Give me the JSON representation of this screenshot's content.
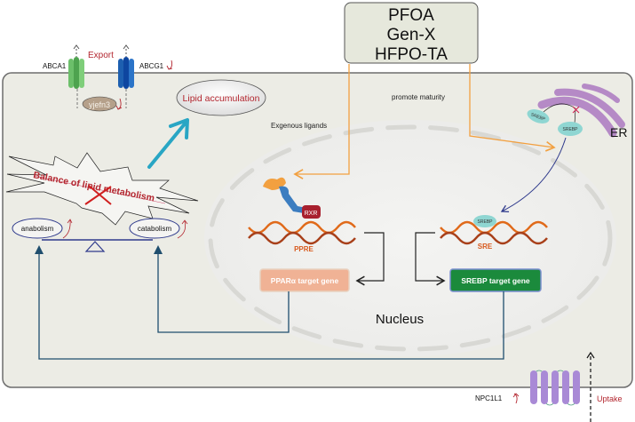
{
  "compounds": {
    "line1": "PFOA",
    "line2": "Gen-X",
    "line3": "HFPO-TA"
  },
  "membrane": {
    "abca1": "ABCA1",
    "abcg1": "ABCG1",
    "export": "Export",
    "yjefn3": "yjefn3",
    "npc1l1": "NPC1L1",
    "uptake": "Uptake"
  },
  "cytoplasm": {
    "lipid_accumulation": "Lipid accumulation",
    "exogenous_ligands": "Exgenous ligands",
    "promote_maturity": "promote maturity",
    "balance": "Balance of lipid metabolism",
    "anabolism": "anabolism",
    "catabolism": "catabolism",
    "er": "ER",
    "srebp_1": "SREBP",
    "srebp_2": "SREBP"
  },
  "nucleus": {
    "label": "Nucleus",
    "rxr": "RXR",
    "ppre": "PPRE",
    "sre": "SRE",
    "srebp": "SREBP",
    "ppar_gene": "PPARα target gene",
    "srebp_gene": "SREBP target gene"
  },
  "colors": {
    "cell_fill": "#ecece5",
    "red_text": "#b3262f",
    "orange_arrow": "#f2a040",
    "teal_arrow": "#29a6c4",
    "feedback_line": "#1f4e6e",
    "ppar_box": "#f0b295",
    "srebp_box": "#1b8a3c",
    "er": "#b58ac6"
  }
}
